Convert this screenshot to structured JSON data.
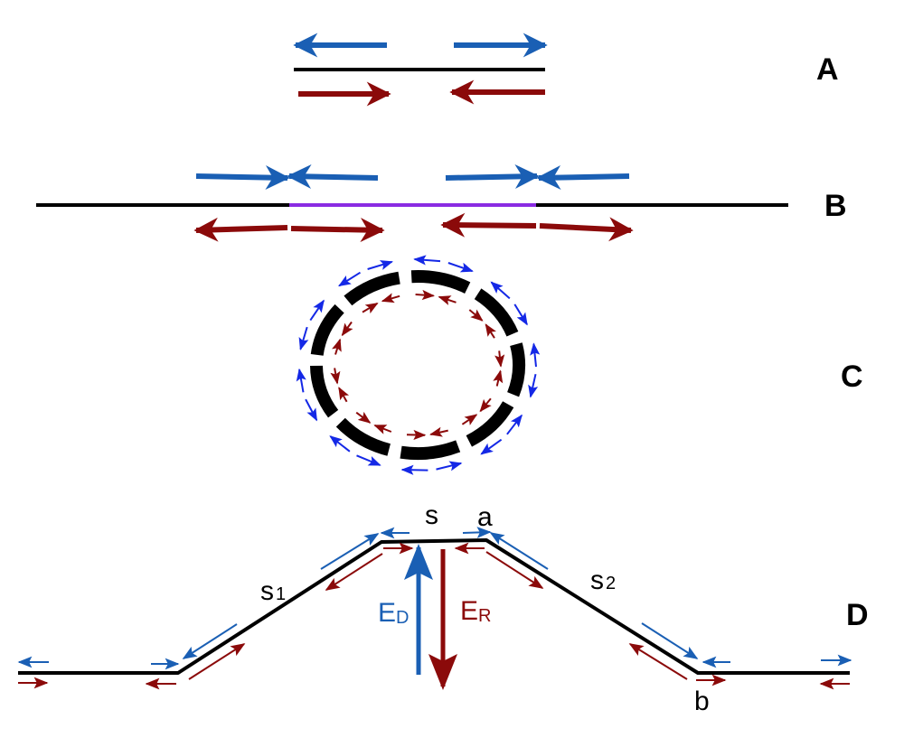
{
  "colors": {
    "blue": "#1a5fb4",
    "bright_blue": "#1428e6",
    "red": "#8b0a0a",
    "black": "#000000",
    "purple": "#8a2be2"
  },
  "panels": {
    "A": {
      "label": "A"
    },
    "B": {
      "label": "B"
    },
    "C": {
      "label": "C"
    },
    "D": {
      "label": "D",
      "s_label": "s",
      "a_label": "a",
      "b_label": "b",
      "s1": {
        "base": "s",
        "sub": "1"
      },
      "s2": {
        "base": "s",
        "sub": "2"
      },
      "ed": {
        "base": "E",
        "sub": "D"
      },
      "er": {
        "base": "E",
        "sub": "R"
      }
    }
  }
}
